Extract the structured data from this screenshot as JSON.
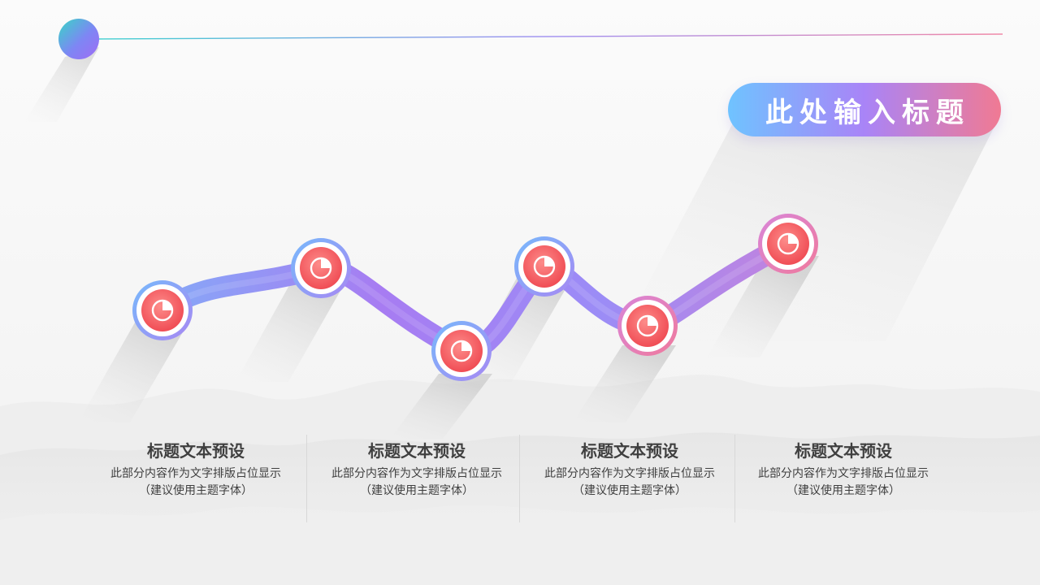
{
  "slide": {
    "title": "此处输入标题",
    "colors": {
      "gradient_start": "#6fc3ff",
      "gradient_mid": "#a984f7",
      "gradient_end": "#f07a93",
      "node_red": "#f25a60",
      "text_dark": "#3f3f3f"
    },
    "timeline": {
      "node_count": 6,
      "node_icon": "pie-chart-icon"
    },
    "cards": [
      {
        "title": "标题文本预设",
        "desc_line1": "此部分内容作为文字排版占位显示",
        "desc_line2": "（建议使用主题字体）"
      },
      {
        "title": "标题文本预设",
        "desc_line1": "此部分内容作为文字排版占位显示",
        "desc_line2": "（建议使用主题字体）"
      },
      {
        "title": "标题文本预设",
        "desc_line1": "此部分内容作为文字排版占位显示",
        "desc_line2": "（建议使用主题字体）"
      },
      {
        "title": "标题文本预设",
        "desc_line1": "此部分内容作为文字排版占位显示",
        "desc_line2": "（建议使用主题字体）"
      }
    ]
  }
}
